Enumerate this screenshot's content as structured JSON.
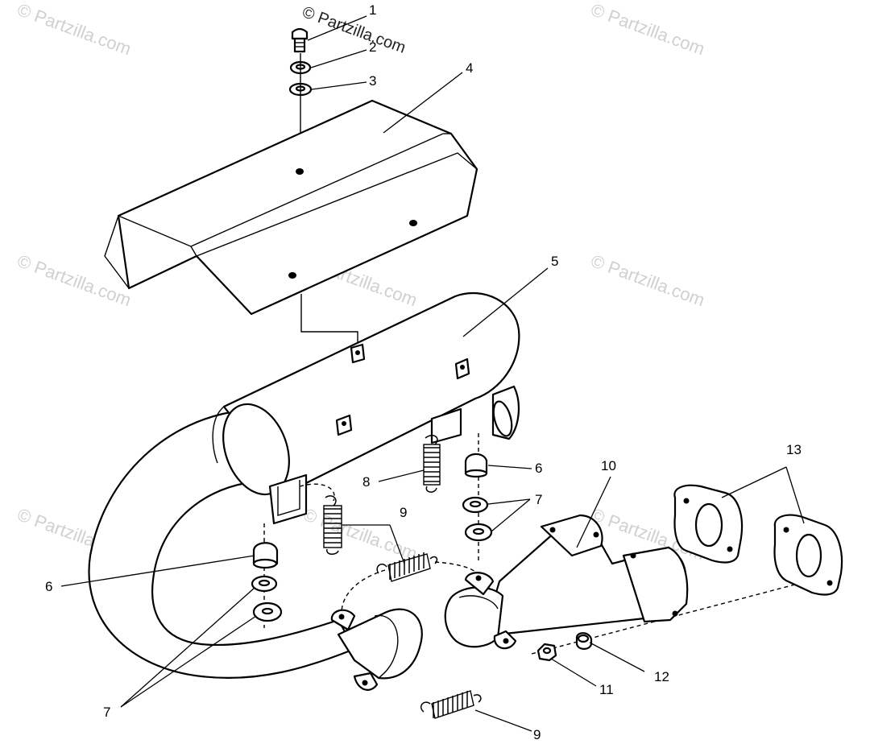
{
  "watermark": {
    "text": "© Partzilla.com"
  },
  "callouts": [
    "1",
    "2",
    "3",
    "4",
    "5",
    "6",
    "7",
    "8",
    "9",
    "10",
    "11",
    "12",
    "13",
    "6",
    "7",
    "9"
  ],
  "colors": {
    "line": "#000000",
    "background": "#ffffff",
    "watermark": "#d0d0d0"
  }
}
